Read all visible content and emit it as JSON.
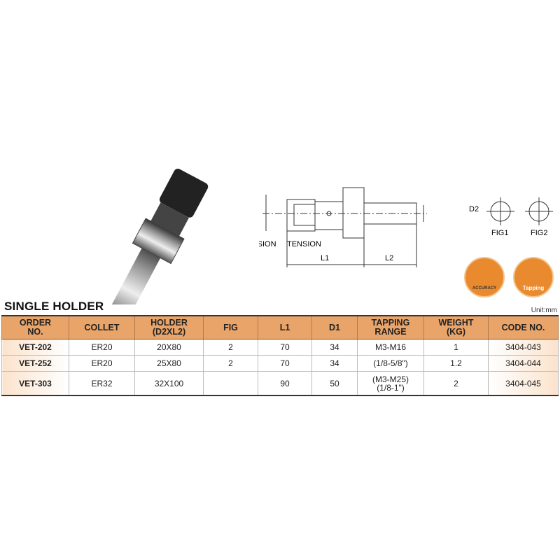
{
  "diagram": {
    "label_compression": "COMPRESSION",
    "label_tension": "TENSION",
    "label_l1": "L1",
    "label_l2": "L2",
    "label_d2": "D2",
    "fig1": "FIG1",
    "fig2": "FIG2"
  },
  "badges": {
    "accuracy": "ACCURACY",
    "tapping": "Tapping"
  },
  "section": {
    "title": "SINGLE HOLDER",
    "unit": "Unit:mm"
  },
  "table": {
    "headers": [
      [
        "ORDER",
        "NO."
      ],
      [
        "COLLET",
        ""
      ],
      [
        "HOLDER",
        "(D2XL2)"
      ],
      [
        "FIG",
        ""
      ],
      [
        "L1",
        ""
      ],
      [
        "D1",
        ""
      ],
      [
        "TAPPING",
        "RANGE"
      ],
      [
        "WEIGHT",
        "(KG)"
      ],
      [
        "CODE NO.",
        ""
      ]
    ],
    "rows": [
      [
        "VET-202",
        "ER20",
        "20X80",
        "2",
        "70",
        "34",
        "M3-M16",
        "",
        "1",
        "3404-043"
      ],
      [
        "VET-252",
        "ER20",
        "25X80",
        "2",
        "70",
        "34",
        "(1/8-5/8\")",
        "",
        "1.2",
        "3404-044"
      ],
      [
        "VET-303",
        "ER32",
        "32X100",
        "",
        "90",
        "50",
        "(M3-M25)",
        "(1/8-1\")",
        "2",
        "3404-045"
      ]
    ]
  }
}
